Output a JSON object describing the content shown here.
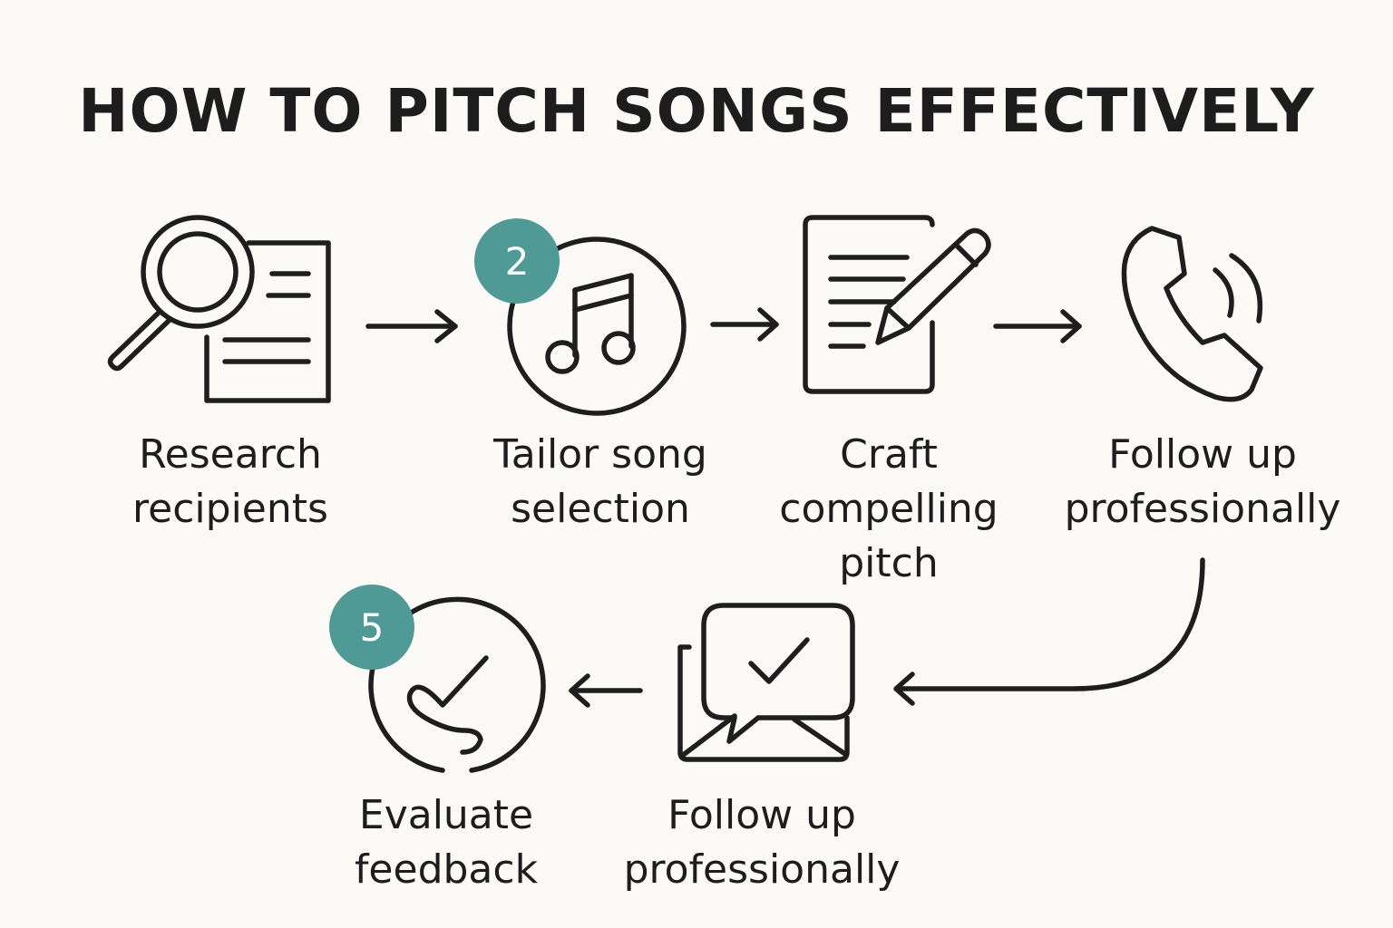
{
  "title": "HOW TO PITCH SONGS EFFECTIVELY",
  "colors": {
    "background": "#fbfaf6",
    "stroke": "#1e1e1e",
    "badge": "#4f9a94",
    "badge_text": "#ffffff"
  },
  "steps": [
    {
      "icon": "magnifier-document-icon",
      "label": "Research\nrecipients"
    },
    {
      "icon": "music-note-circle-icon",
      "label": "Tailor song\nselection",
      "badge": "2"
    },
    {
      "icon": "document-pencil-icon",
      "label": "Craft\ncompelling\npitch"
    },
    {
      "icon": "phone-icon",
      "label": "Follow up\nprofessionally"
    },
    {
      "icon": "envelope-chat-check-icon",
      "label": "Follow up\nprofessionally"
    },
    {
      "icon": "check-circle-icon",
      "label": "Evaluate\nfeedback",
      "badge": "5"
    }
  ]
}
